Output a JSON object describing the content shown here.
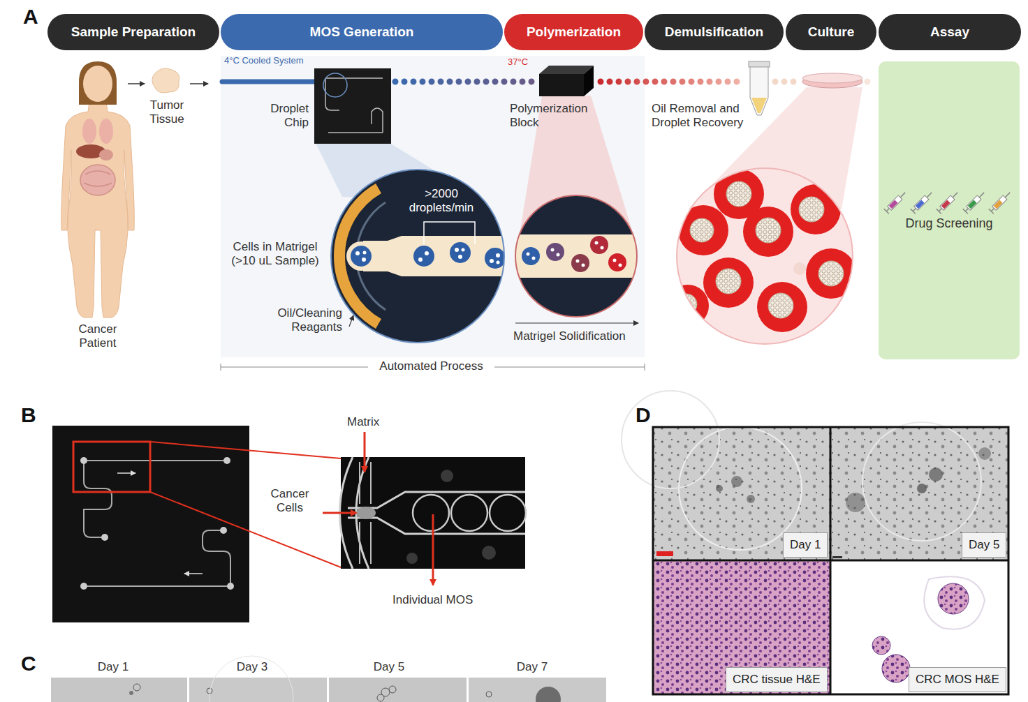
{
  "diagram": {
    "nodes": [
      {
        "text": [
          "Sample Preparation"
        ]
      },
      {
        "text": [
          "MOS Generation"
        ]
      },
      {
        "text": [
          "Polymerization"
        ]
      },
      {
        "text": [
          "Demulsification"
        ]
      },
      {
        "text": [
          "Culture"
        ]
      },
      {
        "text": [
          "Assay"
        ]
      },
      {
        "text": [
          "Drug Screening"
        ]
      },
      {
        "text": [
          ">2000 droplets/min"
        ]
      },
      {
        "text": [
          "Day 1"
        ]
      },
      {
        "text": [
          "Day 5"
        ]
      },
      {
        "text": [
          "CRC tissue H&E"
        ]
      },
      {
        "text": [
          "CRC MOS H&E"
        ]
      }
    ],
    "labels": [
      "A",
      "4°C Cooled System",
      "37°C",
      "Tumor Tissue",
      "Cancer Patient",
      "Droplet Chip",
      "Polymerization Block",
      "Oil Removal and Droplet Recovery",
      "Cells in Matrigel (>10 uL Sample)",
      "Oil/Cleaning Reagants",
      "Matrigel Solidification",
      "Automated Process",
      "B",
      "Matrix",
      "Cancer Cells",
      "Individual MOS",
      "C",
      "Day 1",
      "Day 3",
      "Day 5",
      "Day 7",
      "D"
    ]
  }
}
